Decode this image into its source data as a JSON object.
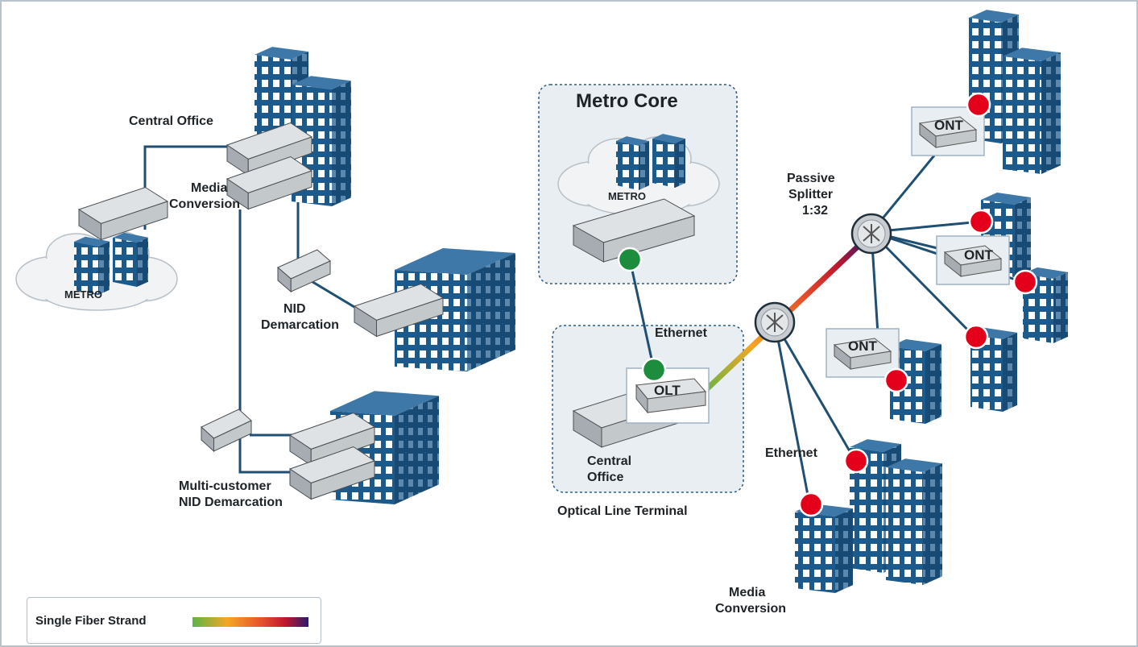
{
  "labels": {
    "central_office_left": "Central Office",
    "media_conversion_left": [
      "Media",
      "Conversion"
    ],
    "metro_left": "METRO",
    "nid_demarcation": [
      "NID",
      "Demarcation"
    ],
    "multi_customer_nid": [
      "Multi-customer",
      "NID Demarcation"
    ],
    "metro_core": "Metro Core",
    "metro_core_cloud": "METRO",
    "ethernet_top": "Ethernet",
    "olt": "OLT",
    "central_office_right": [
      "Central",
      "Office"
    ],
    "optical_line_terminal": "Optical Line Terminal",
    "passive_splitter": [
      "Passive",
      "Splitter",
      "1:32"
    ],
    "ont": "ONT",
    "ethernet_bottom": "Ethernet",
    "media_conversion_right": [
      "Media",
      "Conversion"
    ]
  },
  "legend": {
    "label": "Single Fiber Strand"
  },
  "colors": {
    "building_front": "#1d5a8c",
    "building_side": "#174a75",
    "building_window": "#ffffff",
    "line": "#1f4f72",
    "device": "#cfd3d6",
    "red_dot": "#e4001b",
    "green_dot": "#1c8d3c",
    "panel_bg": "#e9eef2",
    "panel_border": "#2d5c80",
    "fiber_gradient": [
      "#5cb547",
      "#f5a623",
      "#e5502b",
      "#c0172e",
      "#2a1a6e"
    ]
  }
}
